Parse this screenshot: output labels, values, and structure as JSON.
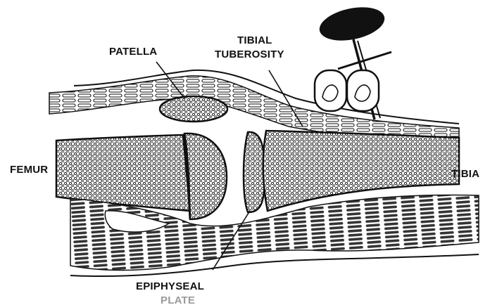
{
  "labels": {
    "patella": "PATELLA",
    "tibial_1": "TIBIAL",
    "tibial_2": "TUBEROSITY",
    "femur": "FEMUR",
    "tibia": "TIBIA",
    "epiphyseal_1": "EPIPHYSEAL",
    "epiphyseal_2": "PLATE"
  },
  "colors": {
    "ink": "#111111",
    "background": "#ffffff",
    "faded_label": "#9a9a9a"
  }
}
